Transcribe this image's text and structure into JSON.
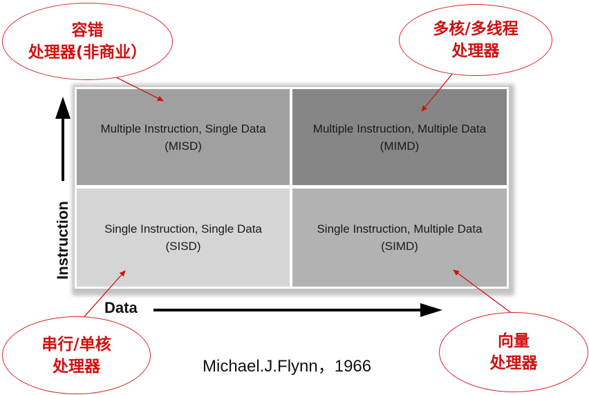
{
  "quadrants": {
    "misd": {
      "line1": "Multiple Instruction, Single Data",
      "line2": "(MISD)"
    },
    "mimd": {
      "line1": "Multiple Instruction, Multiple Data",
      "line2": "(MIMD)"
    },
    "sisd": {
      "line1": "Single Instruction, Single Data",
      "line2": "(SISD)"
    },
    "simd": {
      "line1": "Single Instruction, Multiple Data",
      "line2": "(SIMD)"
    }
  },
  "axes": {
    "y_label": "Instruction",
    "x_label": "Data"
  },
  "author": "Michael.J.Flynn，1966",
  "callouts": {
    "top_left": {
      "line1": "容错",
      "line2": "处理器(非商业）"
    },
    "top_right": {
      "line1": "多核/多线程",
      "line2": "处理器"
    },
    "bottom_left": {
      "line1": "串行/单核",
      "line2": "处理器"
    },
    "bottom_right": {
      "line1": "向量",
      "line2": "处理器"
    }
  },
  "colors": {
    "callout_red": "#d01010",
    "misd_fill": "#a0a0a0",
    "mimd_fill": "#868686",
    "sisd_fill": "#d5d5d5",
    "simd_fill": "#b2b2b2"
  }
}
